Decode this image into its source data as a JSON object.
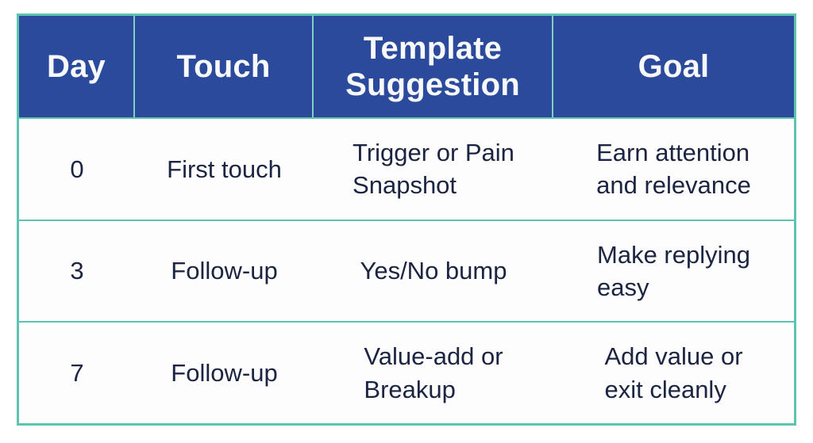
{
  "colors": {
    "header_bg": "#2b4a9b",
    "border_teal": "#5ec3b1",
    "header_text": "#f7f9fb",
    "body_text": "#1b2441",
    "cell_bg": "#fdfdfd",
    "page_bg": "#ffffff"
  },
  "table": {
    "columns": [
      {
        "id": "day",
        "label": "Day"
      },
      {
        "id": "touch",
        "label": "Touch"
      },
      {
        "id": "template",
        "label": "Template\nSuggestion"
      },
      {
        "id": "goal",
        "label": "Goal"
      }
    ],
    "rows": [
      {
        "day": "0",
        "touch": "First touch",
        "template": "Trigger or Pain\nSnapshot",
        "goal": "Earn attention\nand relevance"
      },
      {
        "day": "3",
        "touch": "Follow-up",
        "template": "Yes/No bump",
        "goal": "Make replying\neasy"
      },
      {
        "day": "7",
        "touch": "Follow-up",
        "template": "Value-add or\nBreakup",
        "goal": "Add value or\nexit cleanly"
      }
    ]
  }
}
